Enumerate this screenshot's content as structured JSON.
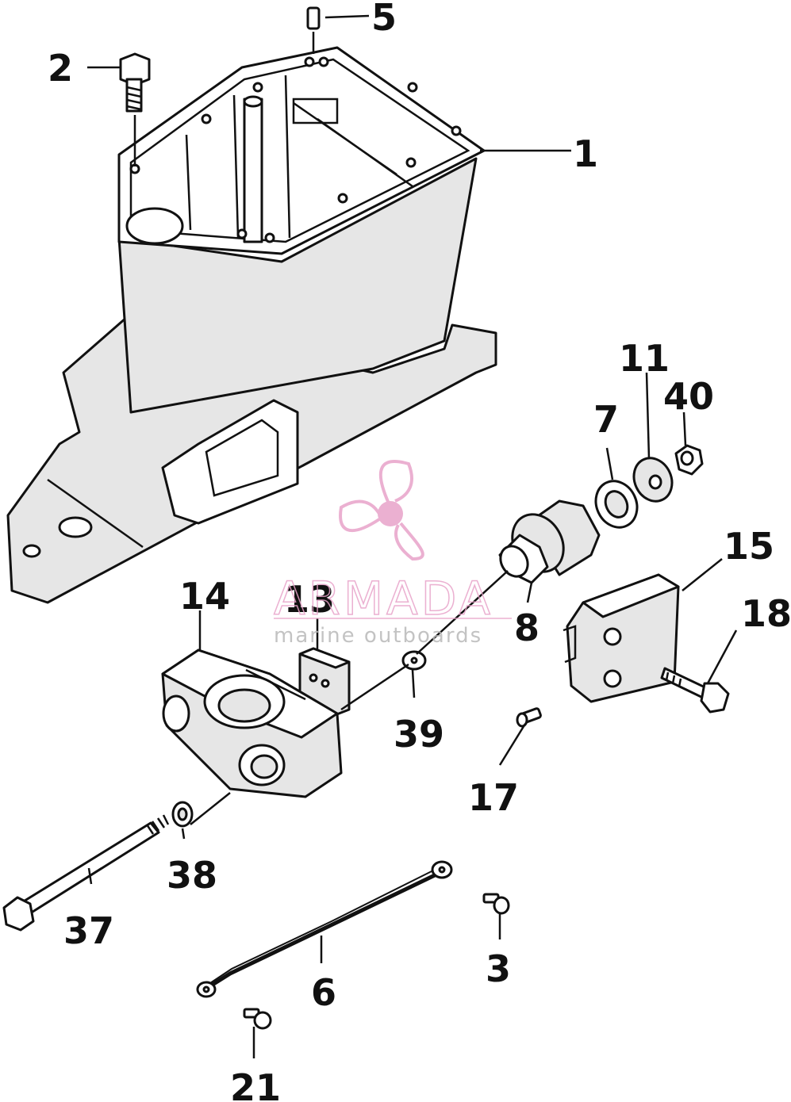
{
  "diagram": {
    "callouts": [
      "1",
      "2",
      "3",
      "5",
      "6",
      "7",
      "8",
      "11",
      "13",
      "14",
      "15",
      "17",
      "18",
      "21",
      "37",
      "38",
      "39",
      "40"
    ]
  },
  "watermark": {
    "brand": "ARMADA",
    "tagline": "marine outboards",
    "color": "#e8a3c9"
  }
}
